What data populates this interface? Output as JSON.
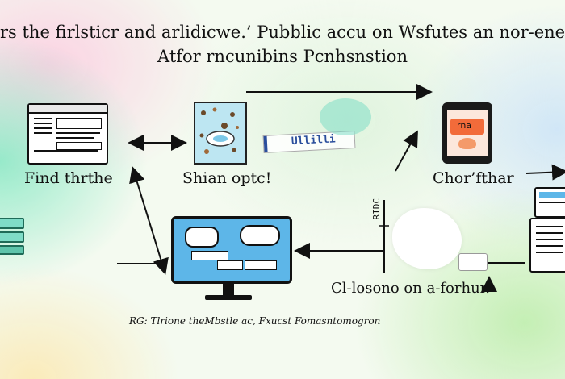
{
  "title": {
    "line1": "rs the firlsticr and arlidicwe.’ Pubblic accu on Wsfutes an nor-eneac Weostti",
    "line2": "Atfor rncunibins Pcnhsnstion"
  },
  "labels": {
    "find": "Find thrthe",
    "share": "Shian optc!",
    "chart": "Chor’fthar",
    "closing": "Cl-losono on a-forhur.",
    "footer": "RG: Tlrione theMbstle ac, Fxucst Fomasntomogron",
    "tag": "Ullilli",
    "vertical_tag": "RIDC",
    "tablet_badge": "rna"
  },
  "colors": {
    "arrow": "#111111",
    "screen_blue": "#5db6e8",
    "tablet_orange": "#f26b3a",
    "pill_teal": "#7fdcc7"
  }
}
